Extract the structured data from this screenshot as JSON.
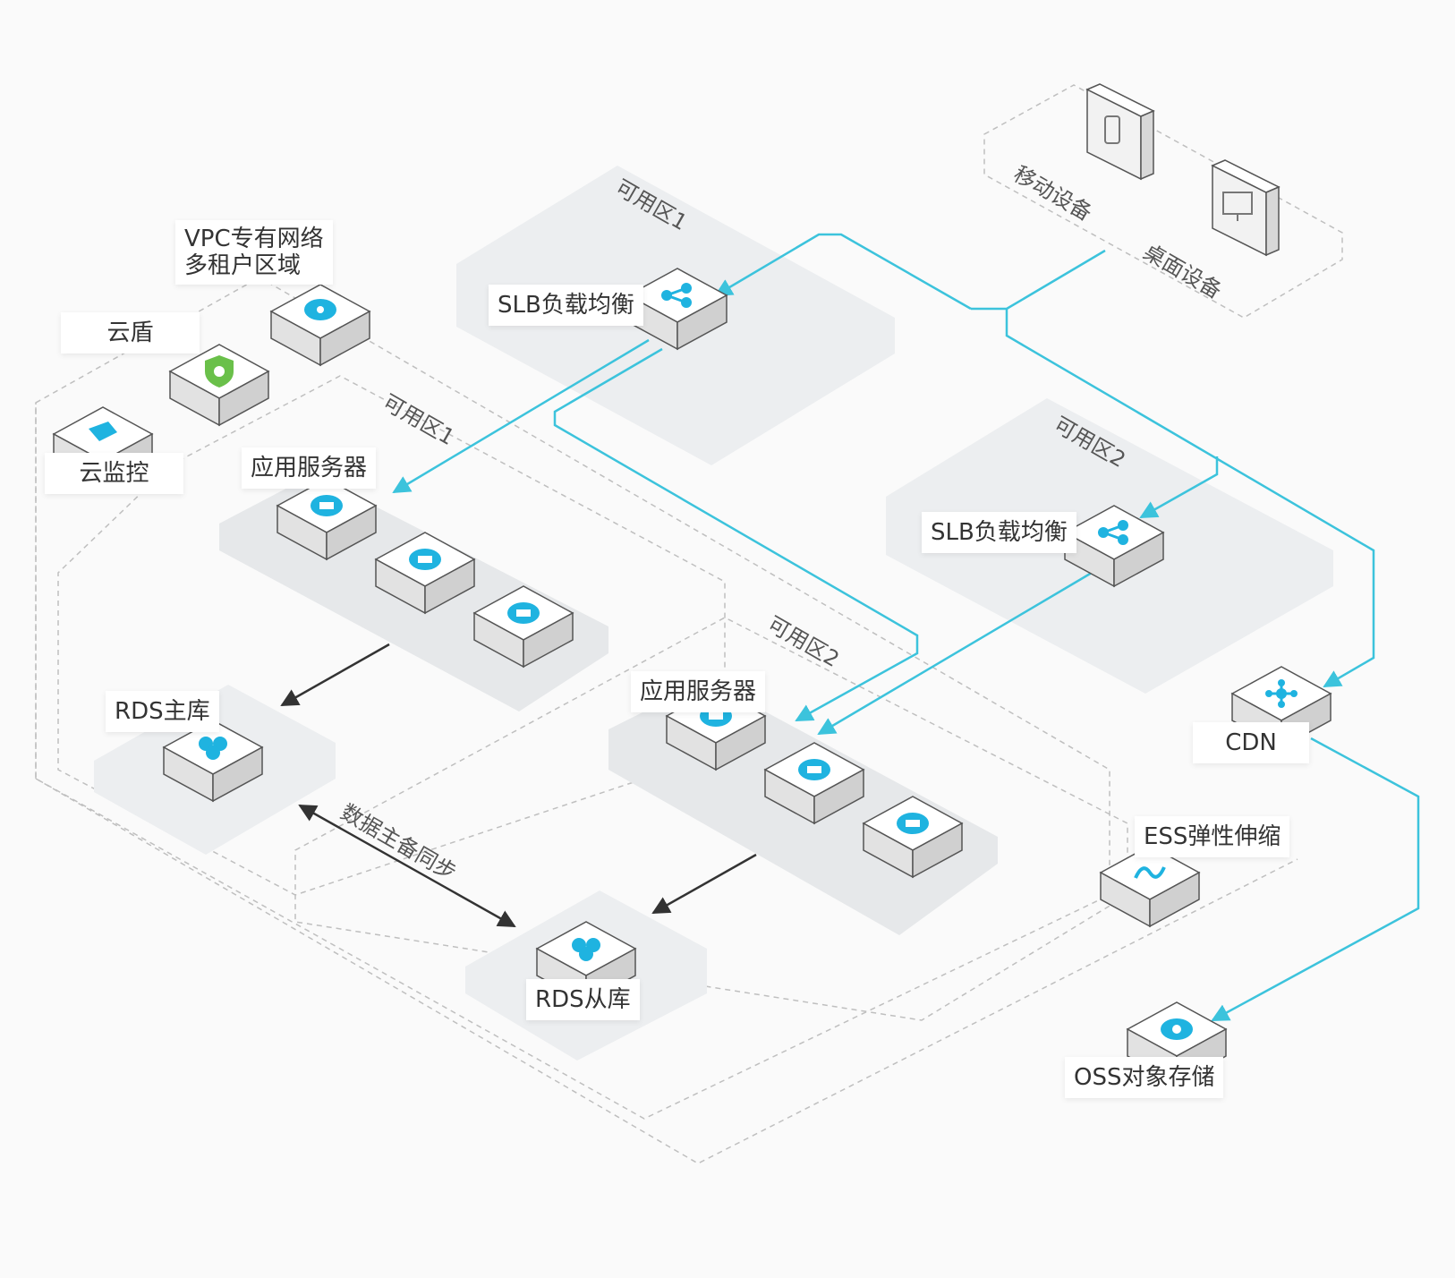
{
  "labels": {
    "vpc": "VPC专有网络",
    "vpc_sub": "多租户区域",
    "yundun": "云盾",
    "yunjiankong": "云监控",
    "slb_top": "SLB负载均衡",
    "slb_right": "SLB负载均衡",
    "app_server_1": "应用服务器",
    "app_server_2": "应用服务器",
    "rds_master": "RDS主库",
    "rds_slave": "RDS从库",
    "sync": "数据主备同步",
    "cdn": "CDN",
    "ess": "ESS弹性伸缩",
    "oss": "OSS对象存储",
    "mobile": "移动设备",
    "desktop": "桌面设备",
    "zone1_top": "可用区1",
    "zone2_top": "可用区2",
    "zone1_mid": "可用区1",
    "zone2_mid": "可用区2"
  },
  "colors": {
    "link": "#3cc3dc",
    "arrow_dark": "#333333",
    "zone_fill": "#eceef0",
    "icon_blue": "#1fb3e0",
    "icon_green": "#6ac04a"
  },
  "icons": {
    "slb": "share-node-icon",
    "app": "cloud-server-icon",
    "rds": "database-cluster-icon",
    "yundun": "shield-icon",
    "yunjiankong": "monitor-icon",
    "cdn": "network-hub-icon",
    "ess": "scaling-icon",
    "oss": "storage-icon",
    "mobile": "smartphone-icon",
    "desktop": "monitor-screen-icon",
    "vpc": "cloud-network-icon"
  }
}
